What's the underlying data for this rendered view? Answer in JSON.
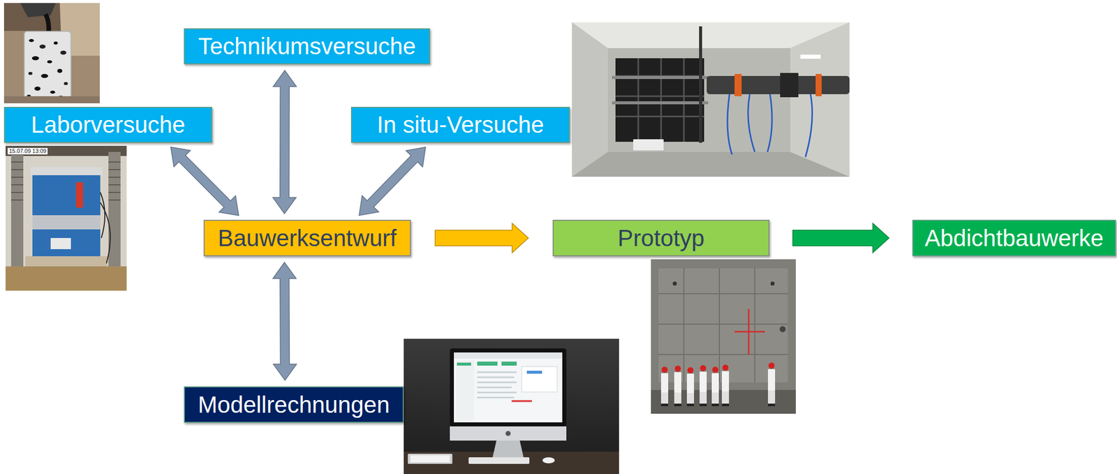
{
  "diagram": {
    "nodes": [
      {
        "text": [
          "Technikumsversuche"
        ]
      },
      {
        "text": [
          "Laborversuche"
        ]
      },
      {
        "text": [
          "In situ-Versuche"
        ]
      },
      {
        "text": [
          "Bauwerksentwurf"
        ]
      },
      {
        "text": [
          "Prototyp"
        ]
      },
      {
        "text": [
          "Abdichtbauwerke"
        ]
      },
      {
        "text": [
          "Modellrechnungen"
        ]
      }
    ],
    "edges": [
      {
        "from": 0,
        "to": 3,
        "arrow": "both"
      },
      {
        "from": 1,
        "to": 3,
        "arrow": "both"
      },
      {
        "from": 2,
        "to": 3,
        "arrow": "both"
      },
      {
        "from": 3,
        "to": 6,
        "arrow": "both"
      },
      {
        "from": 3,
        "to": 4,
        "arrow": "to"
      },
      {
        "from": 4,
        "to": 5,
        "arrow": "to"
      }
    ],
    "labels": [
      "15.07.09 13:09"
    ]
  }
}
